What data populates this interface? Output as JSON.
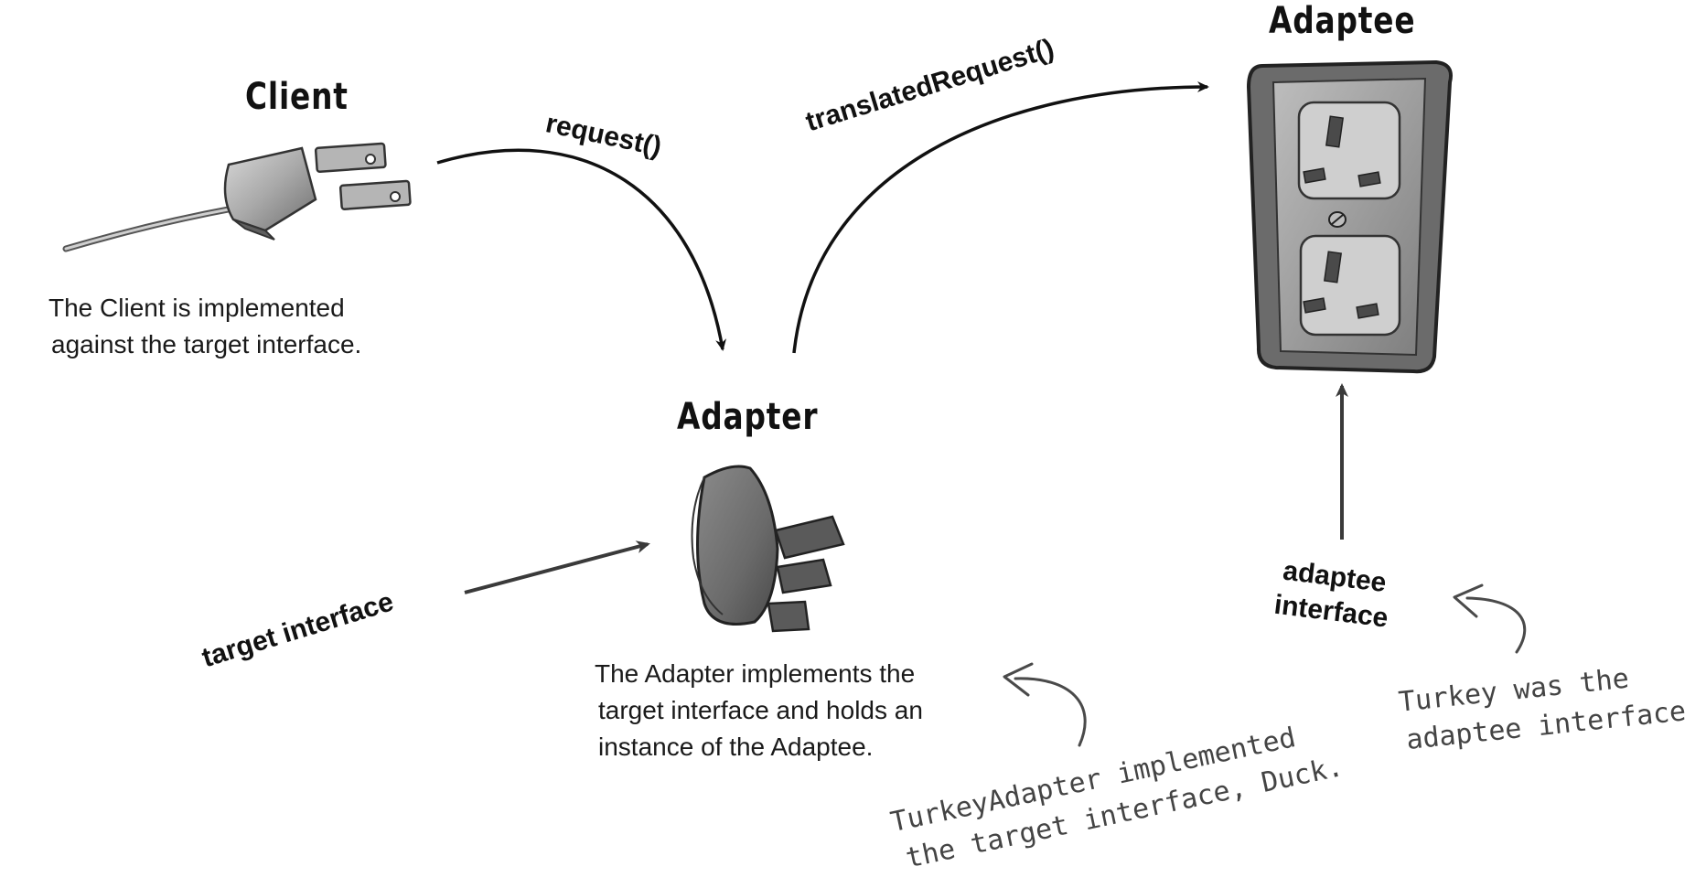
{
  "nodes": {
    "client": {
      "title": "Client",
      "description": [
        "The Client is implemented",
        "against the target interface."
      ]
    },
    "adapter": {
      "title": "Adapter",
      "description": [
        "The Adapter implements the",
        "target interface and holds an",
        "instance of the Adaptee."
      ]
    },
    "adaptee": {
      "title": "Adaptee"
    }
  },
  "edges": {
    "request": "request()",
    "translated_request": "translatedRequest()"
  },
  "interface_labels": {
    "target": "target interface",
    "adaptee": [
      "adaptee",
      "interface"
    ]
  },
  "handwritten_notes": {
    "turkey_adapter": [
      "TurkeyAdapter implemented",
      "the target interface, Duck."
    ],
    "turkey_adaptee": [
      "Turkey was the",
      "adaptee interface"
    ]
  }
}
